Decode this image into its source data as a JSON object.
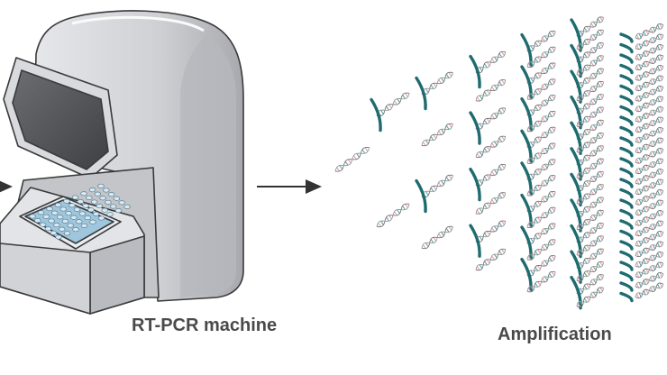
{
  "captions": {
    "machine": "RT-PCR machine",
    "amplification": "Amplification"
  },
  "colors": {
    "teal": "#1e6b70",
    "dna_pink": "#e79aa6",
    "dna_teal": "#4fa3ae",
    "machine_body": "#cfd0d3",
    "machine_shadow": "#a9abb0",
    "plate_wells": "#bcd8e8",
    "arrow": "#333333"
  },
  "icons": [
    "rt-pcr-machine-icon",
    "dna-helix-icon",
    "arrow-right-icon"
  ],
  "amplification_columns": [
    1,
    2,
    4,
    8,
    16,
    32
  ]
}
